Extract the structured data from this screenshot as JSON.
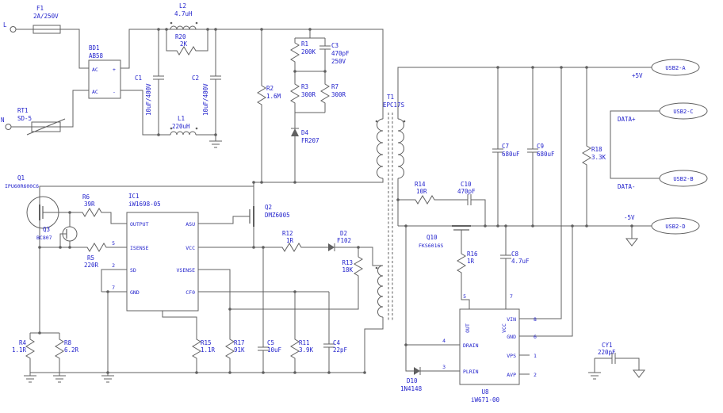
{
  "colors": {
    "label": "#2222cc",
    "wire": "#606060"
  },
  "terminals": {
    "live": "L",
    "neutral": "N"
  },
  "nets": {
    "p5v": "+5V",
    "n5v": "-5V",
    "datap": "DATA+",
    "datan": "DATA-"
  },
  "usb": {
    "a": "USB2-A",
    "b": "USB2-B",
    "c": "USB2-C",
    "d": "USB2-D"
  },
  "components": {
    "f1": {
      "ref": "F1",
      "value": "2A/250V"
    },
    "rt1": {
      "ref": "RT1",
      "value": "SD-5"
    },
    "bd1": {
      "ref": "BD1",
      "value": "AB58",
      "ac1": "AC",
      "plus": "+",
      "ac2": "AC",
      "minus": "-"
    },
    "l2": {
      "ref": "L2",
      "value": "4.7uH"
    },
    "r20": {
      "ref": "R20",
      "value": "2K"
    },
    "c1": {
      "ref": "C1",
      "value": "10uF/400V"
    },
    "c2": {
      "ref": "C2",
      "value": "10uF/400V"
    },
    "l1": {
      "ref": "L1",
      "value": "220uH"
    },
    "r2": {
      "ref": "R2",
      "value": "1.6M"
    },
    "r1": {
      "ref": "R1",
      "value": "200K"
    },
    "c3": {
      "ref": "C3",
      "value": "470pF",
      "value2": "250V"
    },
    "r3": {
      "ref": "R3",
      "value": "300R"
    },
    "r7": {
      "ref": "R7",
      "value": "300R"
    },
    "d4": {
      "ref": "D4",
      "value": "FR207"
    },
    "t1": {
      "ref": "T1",
      "value": "EPC17S"
    },
    "q1": {
      "ref": "Q1",
      "value": "IPU60R600C6"
    },
    "q3": {
      "ref": "Q3",
      "value": "BC807"
    },
    "r6": {
      "ref": "R6",
      "value": "39R"
    },
    "r5": {
      "ref": "R5",
      "value": "220R"
    },
    "ic1": {
      "ref": "IC1",
      "value": "iW1698-05"
    },
    "q2": {
      "ref": "Q2",
      "value": "DMZ6005"
    },
    "r12": {
      "ref": "R12",
      "value": "1R"
    },
    "d2": {
      "ref": "D2",
      "value": "F102"
    },
    "r13": {
      "ref": "R13",
      "value": "18K"
    },
    "r4": {
      "ref": "R4",
      "value": "1.1R"
    },
    "r8": {
      "ref": "R8",
      "value": "6.2R"
    },
    "r15": {
      "ref": "R15",
      "value": "1.1R"
    },
    "r17": {
      "ref": "R17",
      "value": "91K"
    },
    "c5": {
      "ref": "C5",
      "value": "10uF"
    },
    "r11": {
      "ref": "R11",
      "value": "3.9K"
    },
    "c4": {
      "ref": "C4",
      "value": "22pF"
    },
    "r14": {
      "ref": "R14",
      "value": "10R"
    },
    "c10": {
      "ref": "C10",
      "value": "470pF"
    },
    "c7": {
      "ref": "C7",
      "value": "680uF"
    },
    "c9": {
      "ref": "C9",
      "value": "680uF"
    },
    "r18": {
      "ref": "R18",
      "value": "3.3K"
    },
    "q10": {
      "ref": "Q10",
      "value": "FKS6016S"
    },
    "r16": {
      "ref": "R16",
      "value": "1R"
    },
    "c8": {
      "ref": "C8",
      "value": "4.7uF"
    },
    "u8": {
      "ref": "U8",
      "value": "iW671-00"
    },
    "d10": {
      "ref": "D10",
      "value": "1N4148"
    },
    "cy1": {
      "ref": "CY1",
      "value": "220pF"
    }
  },
  "ic1_pins": {
    "output": {
      "name": "OUTPUT"
    },
    "isense": {
      "name": "ISENSE",
      "num": "5"
    },
    "sd": {
      "name": "SD",
      "num": "2"
    },
    "gnd": {
      "name": "GND",
      "num": "7"
    },
    "asu": {
      "name": "ASU"
    },
    "vcc": {
      "name": "VCC"
    },
    "vsense": {
      "name": "VSENSE"
    },
    "cf0": {
      "name": "CF0"
    }
  },
  "u8_pins": {
    "out": {
      "name": "OUT",
      "num": "5"
    },
    "vcc": {
      "name": "VCC",
      "num": "7"
    },
    "drain": {
      "name": "DRAIN",
      "num": "4"
    },
    "plrin": {
      "name": "PLRIN",
      "num": "3"
    },
    "vin": {
      "name": "VIN",
      "num": "8"
    },
    "gnd": {
      "name": "GND",
      "num": "6"
    },
    "vps": {
      "name": "VPS",
      "num": "1"
    },
    "avp": {
      "name": "AVP",
      "num": "2"
    }
  }
}
